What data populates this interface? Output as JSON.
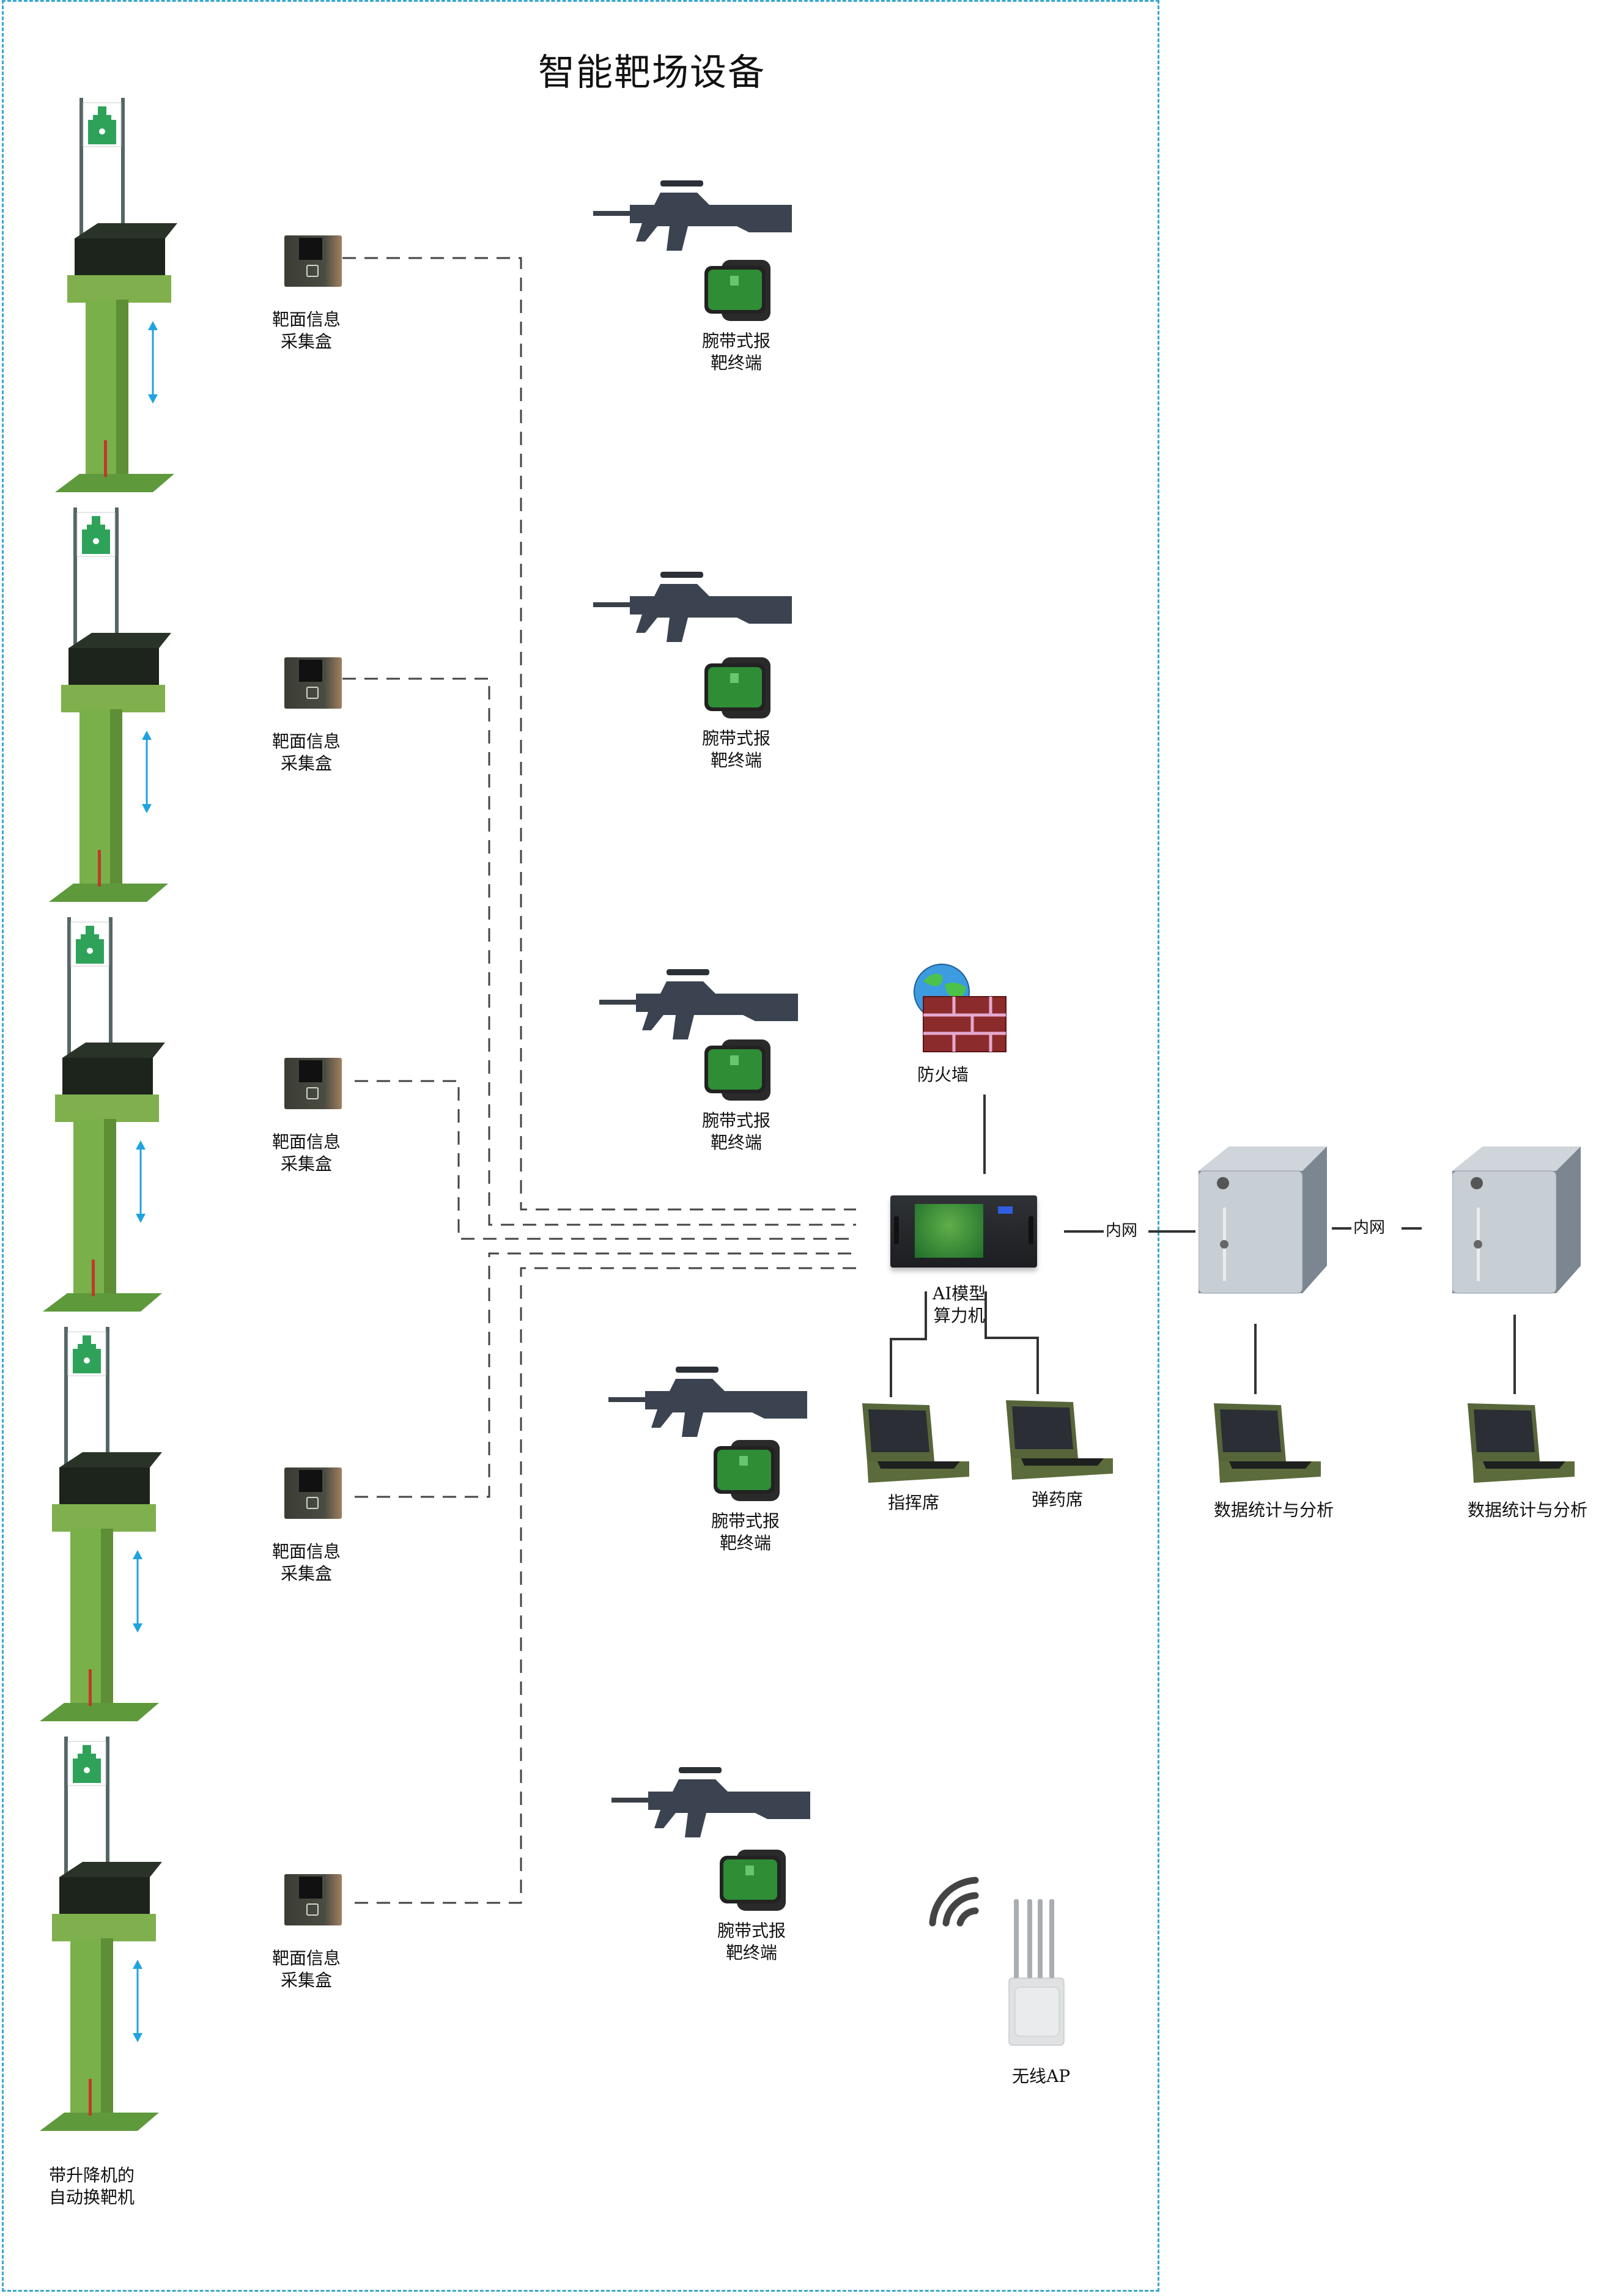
{
  "title": "智能靶场设备",
  "targets": {
    "count": 5,
    "label": "带升降机的\n自动换靶机",
    "label_lines": [
      "带升降机的",
      "自动换靶机"
    ],
    "icon": "lifting-target-machine-icon"
  },
  "collectors": {
    "label_lines": [
      "靶面信息",
      "采集盒"
    ],
    "items": [
      {
        "label_1": "靶面信息",
        "label_2": "采集盒"
      },
      {
        "label_1": "靶面信息",
        "label_2": "采集盒"
      },
      {
        "label_1": "靶面信息",
        "label_2": "采集盒"
      },
      {
        "label_1": "靶面信息",
        "label_2": "采集盒"
      },
      {
        "label_1": "靶面信息",
        "label_2": "采集盒"
      }
    ]
  },
  "terminals": {
    "items": [
      {
        "label_1": "腕带式报",
        "label_2": "靶终端"
      },
      {
        "label_1": "腕带式报",
        "label_2": "靶终端"
      },
      {
        "label_1": "腕带式报",
        "label_2": "靶终端"
      },
      {
        "label_1": "腕带式报",
        "label_2": "靶终端"
      },
      {
        "label_1": "腕带式报",
        "label_2": "靶终端"
      }
    ]
  },
  "firewall": {
    "label": "防火墙"
  },
  "ai_server": {
    "label_1": "AI模型",
    "label_2": "算力机"
  },
  "links": {
    "intranet_1": "内网",
    "intranet_2": "内网"
  },
  "stations": {
    "command": "指挥席",
    "ammo": "弹药席",
    "stats_1": "数据统计与分析",
    "stats_2": "数据统计与分析"
  },
  "wireless_ap": {
    "label": "无线AP"
  },
  "colors": {
    "frame": "#3aa7cf",
    "wire": "#444444",
    "target_green": "#7ab04a",
    "arrow_blue": "#1fa3e0"
  }
}
